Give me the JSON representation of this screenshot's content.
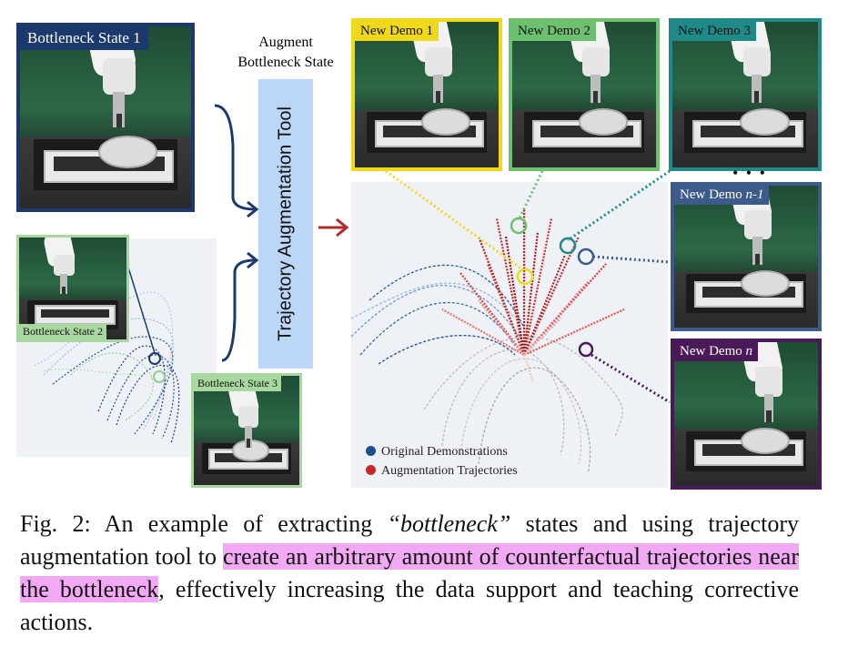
{
  "panels": {
    "bottleneck_1": "Bottleneck State 1",
    "bottleneck_2": "Bottleneck State 2",
    "bottleneck_3": "Bottleneck State 3"
  },
  "augment_label": [
    "Augment",
    "Bottleneck State"
  ],
  "tool_label": "Trajectory Augmentation Tool",
  "demos": {
    "demo1": "New Demo 1",
    "demo2": "New Demo 2",
    "demo3": "New Demo 3",
    "demo_n1_prefix": "New Demo ",
    "demo_n1_var": "n-1",
    "demo_n_prefix": "New Demo ",
    "demo_n_var": "n",
    "ellipsis": "• • •"
  },
  "legend": {
    "original": "Original Demonstrations",
    "augmented": "Augmentation Trajectories",
    "original_color": "#1f4e8c",
    "augmented_color": "#c62828"
  },
  "caption": {
    "fig": "Fig. 2:",
    "part1": " An example of extracting ",
    "quoted": "“bottleneck”",
    "part2": " states and using trajectory augmentation tool to ",
    "highlight": "create an arbitrary amount of counterfactual trajectories near the bottleneck",
    "part3": ", effectively increasing the data support and teaching corrective actions."
  },
  "colors": {
    "panel1_border": "#1b3a6b",
    "panel2_border": "#a8d8a0",
    "panel3_border": "#a8d8a0",
    "demo1": "#f0d81c",
    "demo2": "#6cc070",
    "demo3": "#1f8a88",
    "demo_n1": "#3c5a8a",
    "demo_n": "#4a1a58",
    "tool_fill": "#bcd6f7",
    "highlight": "#f2a9f4"
  }
}
